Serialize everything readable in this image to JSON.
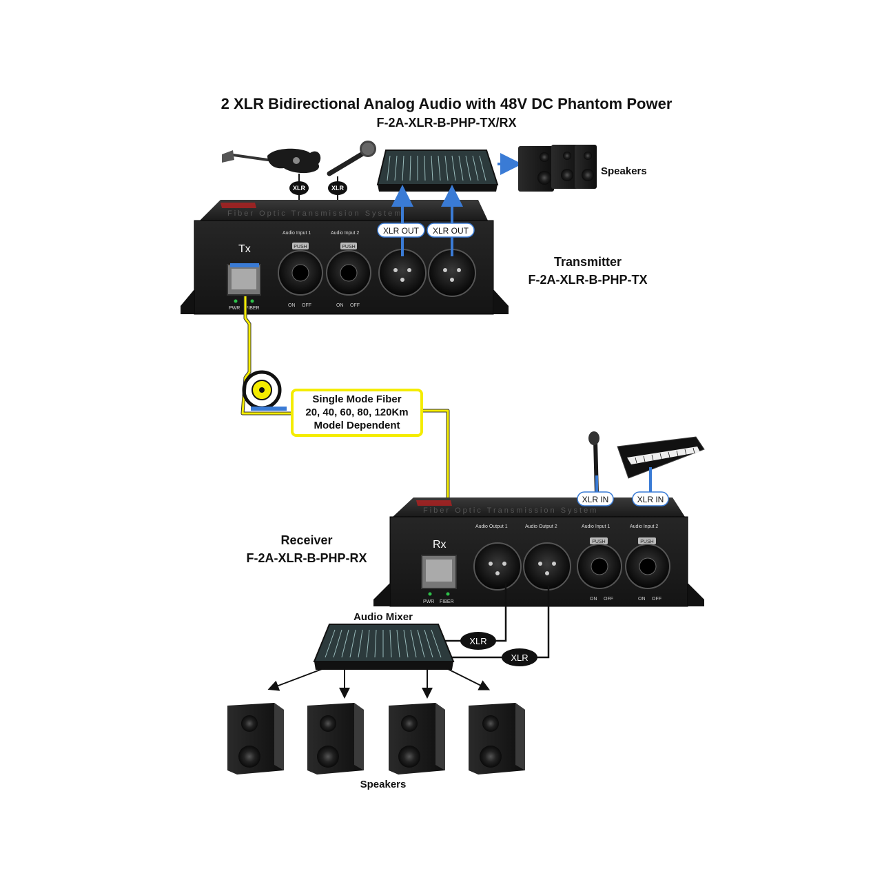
{
  "title": "2 XLR Bidirectional Analog Audio with 48V DC Phantom Power",
  "subtitle": "F-2A-XLR-B-PHP-TX/RX",
  "transmitter": {
    "label": "Transmitter",
    "model": "F-2A-XLR-B-PHP-TX",
    "port_tag": "Tx",
    "panel_text": "Fiber Optic Transmission System",
    "input1_label": "Audio Input 1",
    "input2_label": "Audio Input 2",
    "push_label": "PUSH",
    "on_label": "ON",
    "off_label": "OFF",
    "pwr_label": "PWR",
    "fiber_label": "FIBER"
  },
  "receiver": {
    "label": "Receiver",
    "model": "F-2A-XLR-B-PHP-RX",
    "port_tag": "Rx",
    "panel_text": "Fiber Optic Transmission System",
    "output1_label": "Audio Output 1",
    "output2_label": "Audio Output 2",
    "input1_label": "Audio Input 1",
    "input2_label": "Audio Input 2",
    "push_label": "PUSH",
    "on_label": "ON",
    "off_label": "OFF",
    "pwr_label": "PWR",
    "fiber_label": "FIBER"
  },
  "connections": {
    "xlr_small": "XLR",
    "xlr_out": "XLR OUT",
    "xlr_in": "XLR IN",
    "xlr": "XLR"
  },
  "fiber_box": {
    "line1": "Single Mode Fiber",
    "line2": "20, 40, 60, 80, 120Km",
    "line3": "Model Dependent"
  },
  "top_speakers_label": "Speakers",
  "audio_mixer_label": "Audio Mixer",
  "bottom_speakers_label": "Speakers",
  "colors": {
    "fiber_yellow": "#f4ec00",
    "signal_blue": "#3a7bd5",
    "device_body": "#1c1c1c",
    "device_top": "#2b2b2b",
    "accent_red": "#c41e1e"
  }
}
